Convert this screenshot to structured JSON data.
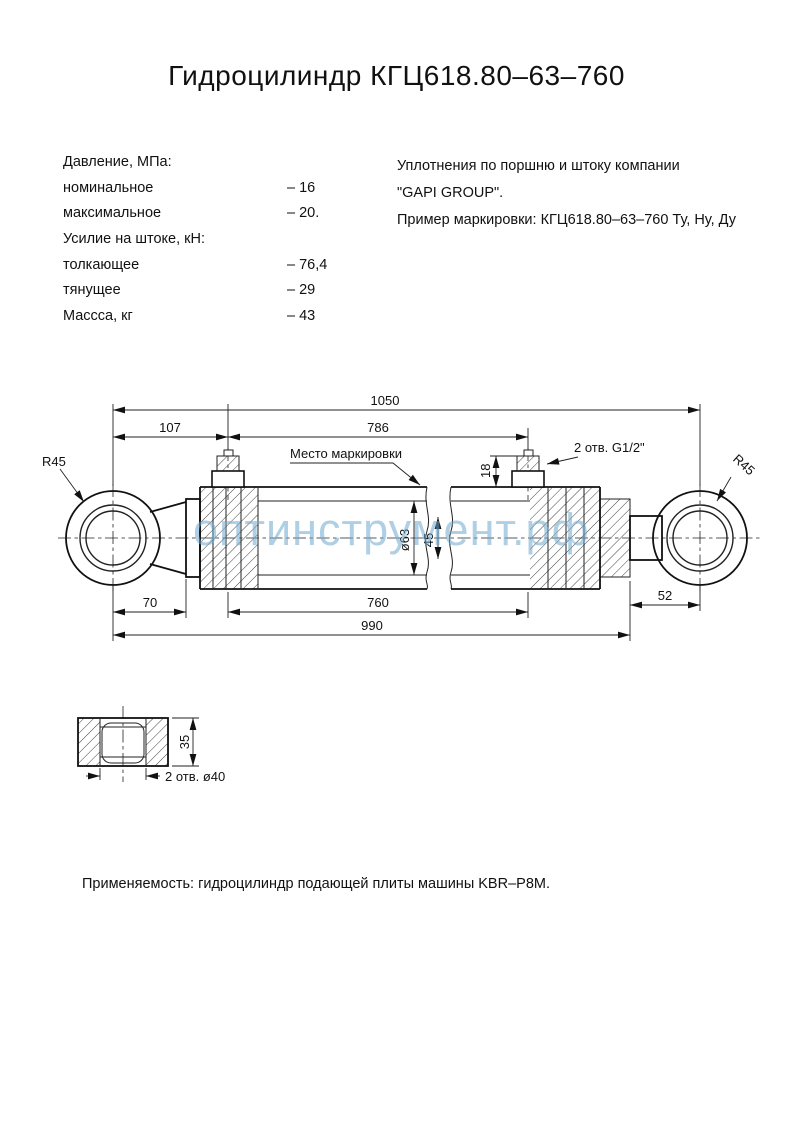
{
  "title": "Гидроцилиндр КГЦ618.80–63–760",
  "specs": {
    "rows": [
      {
        "label": "Давление, МПа:",
        "value": ""
      },
      {
        "label": "номинальное",
        "value": "– 16"
      },
      {
        "label": "максимальное",
        "value": "– 20."
      },
      {
        "label": "Усилие на штоке, кН:",
        "value": ""
      },
      {
        "label": "толкающее",
        "value": "– 76,4"
      },
      {
        "label": "тянущее",
        "value": "– 29"
      },
      {
        "label": "Массса, кг",
        "value": "– 43"
      }
    ]
  },
  "notes": {
    "line1": "Уплотнения по поршню и штоку компании",
    "line2": "\"GAPI GROUP\".",
    "line3": "Пример маркировки: КГЦ618.80–63–760 Ту, Ну, Ду"
  },
  "drawing": {
    "dim_1050": "1050",
    "dim_107": "107",
    "dim_786": "786",
    "dim_18": "18",
    "ports_label": "2 отв. G1/2\"",
    "marking_label": "Место маркировки",
    "r45_left": "R45",
    "r45_right": "R45",
    "dim_d63": "ø63",
    "dim_45": "45",
    "dim_70": "70",
    "dim_760": "760",
    "dim_52": "52",
    "dim_990": "990"
  },
  "detail": {
    "dim_35": "35",
    "holes_label": "2 отв. ø40"
  },
  "watermark": "оптинструмент.рф",
  "application": "Применяемость: гидроцилиндр подающей плиты машины KBR–P8M."
}
